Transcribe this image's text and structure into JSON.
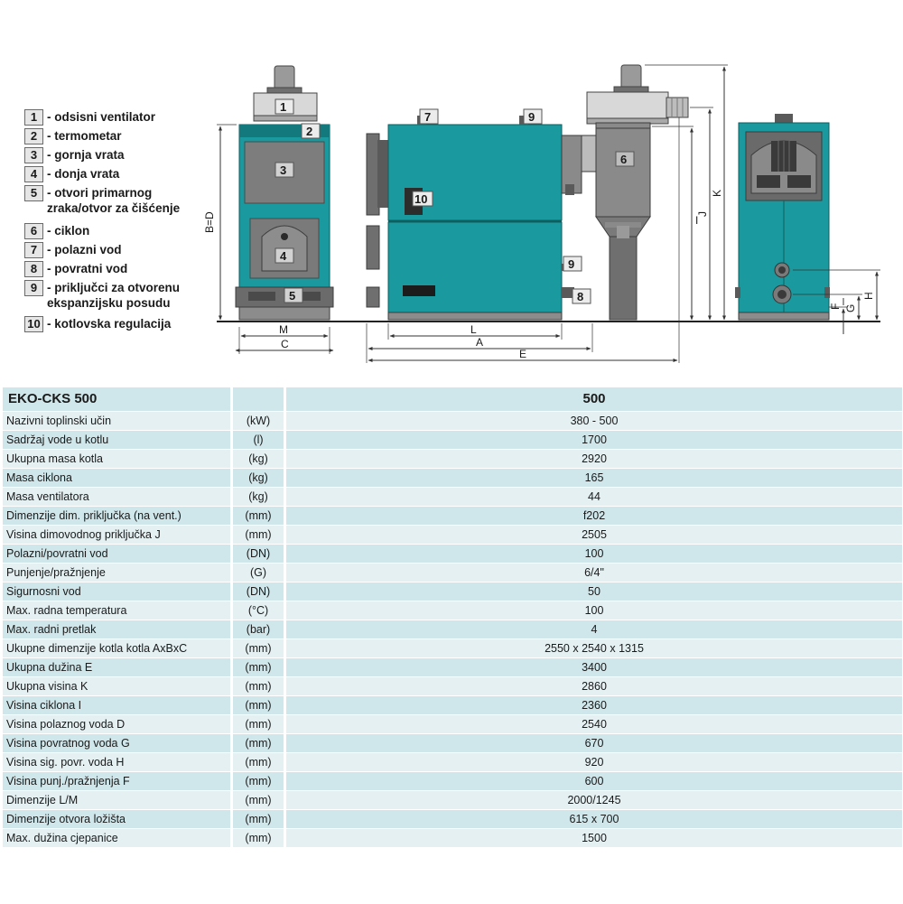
{
  "legend": [
    {
      "num": "1",
      "text": "- odsisni ventilator"
    },
    {
      "num": "2",
      "text": "- termometar"
    },
    {
      "num": "3",
      "text": "- gornja vrata"
    },
    {
      "num": "4",
      "text": "- donja vrata"
    },
    {
      "num": "5",
      "text": "- otvori primarnog\nzraka/otvor za čišćenje"
    },
    {
      "num": "6",
      "text": "- ciklon"
    },
    {
      "num": "7",
      "text": "- polazni vod"
    },
    {
      "num": "8",
      "text": "- povratni vod"
    },
    {
      "num": "9",
      "text": "- priključci za otvorenu\nekspanzijsku posudu"
    },
    {
      "num": "10",
      "text": "- kotlovska regulacija"
    }
  ],
  "drawing": {
    "callouts": [
      "1",
      "2",
      "3",
      "4",
      "5",
      "6",
      "7",
      "8",
      "9",
      "10"
    ],
    "dimensions": {
      "bd": "B=D",
      "m": "M",
      "c": "C",
      "l": "L",
      "a": "A",
      "e": "E",
      "i": "I",
      "j": "J",
      "k": "K",
      "f": "F",
      "g": "G",
      "h": "H"
    },
    "colors": {
      "body": "#1a9a9e",
      "body_dark": "#14797c",
      "grey": "#858585",
      "grey_dark": "#5b5b5b",
      "metal": "#c9c9c9"
    }
  },
  "table": {
    "model": "EKO-CKS 500",
    "model_value": "500",
    "rows": [
      {
        "label": "Nazivni toplinski učin",
        "unit": "(kW)",
        "value": "380 - 500"
      },
      {
        "label": "Sadržaj vode u kotlu",
        "unit": "(l)",
        "value": "1700"
      },
      {
        "label": "Ukupna masa kotla",
        "unit": "(kg)",
        "value": "2920"
      },
      {
        "label": "Masa ciklona",
        "unit": "(kg)",
        "value": "165"
      },
      {
        "label": "Masa ventilatora",
        "unit": "(kg)",
        "value": "44"
      },
      {
        "label": "Dimenzije dim. priključka (na vent.)",
        "unit": "(mm)",
        "value": "f202"
      },
      {
        "label": "Visina dimovodnog priključka  J",
        "unit": "(mm)",
        "value": "2505"
      },
      {
        "label": "Polazni/povratni vod",
        "unit": "(DN)",
        "value": "100"
      },
      {
        "label": "Punjenje/pražnjenje",
        "unit": "(G)",
        "value": "6/4\""
      },
      {
        "label": "Sigurnosni vod",
        "unit": "(DN)",
        "value": "50"
      },
      {
        "label": "Max. radna temperatura",
        "unit": "(°C)",
        "value": "100"
      },
      {
        "label": "Max. radni pretlak",
        "unit": "(bar)",
        "value": "4"
      },
      {
        "label": "Ukupne dimenzije kotla kotla  AxBxC",
        "unit": "(mm)",
        "value": "2550 x 2540 x 1315"
      },
      {
        "label": "Ukupna dužina E",
        "unit": "(mm)",
        "value": "3400"
      },
      {
        "label": "Ukupna visina K",
        "unit": "(mm)",
        "value": "2860"
      },
      {
        "label": "Visina ciklona I",
        "unit": "(mm)",
        "value": "2360"
      },
      {
        "label": "Visina polaznog voda  D",
        "unit": "(mm)",
        "value": "2540"
      },
      {
        "label": "Visina povratnog voda  G",
        "unit": "(mm)",
        "value": "670"
      },
      {
        "label": "Visina sig. povr. voda  H",
        "unit": "(mm)",
        "value": "920"
      },
      {
        "label": "Visina punj./pražnjenja  F",
        "unit": "(mm)",
        "value": "600"
      },
      {
        "label": "Dimenzije  L/M",
        "unit": "(mm)",
        "value": "2000/1245"
      },
      {
        "label": "Dimenzije otvora ložišta",
        "unit": "(mm)",
        "value": "615 x 700"
      },
      {
        "label": "Max. dužina cjepanice",
        "unit": "(mm)",
        "value": "1500"
      }
    ]
  }
}
